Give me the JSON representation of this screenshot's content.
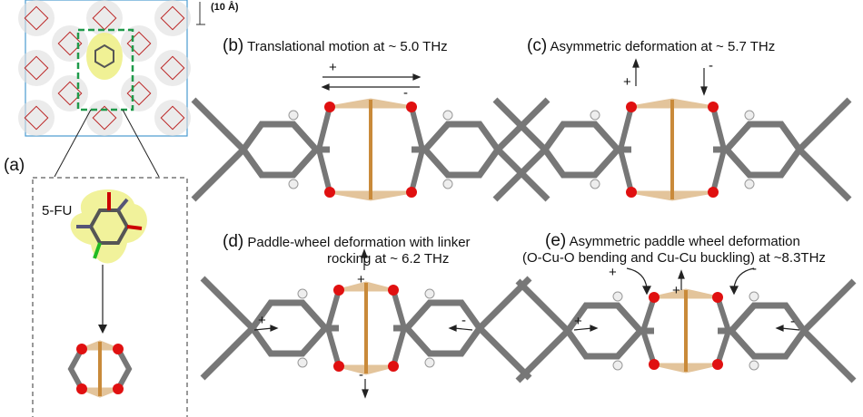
{
  "scale_bar": "(10 Å)",
  "panel_a": {
    "label": "(a)",
    "molecule": "5-FU"
  },
  "panel_b": {
    "label": "(b)",
    "title": "Translational motion at ~ 5.0 THz",
    "plus": "+",
    "minus": "-"
  },
  "panel_c": {
    "label": "(c)",
    "title": "Asymmetric deformation at ~ 5.7 THz",
    "plus": "+",
    "minus": "-"
  },
  "panel_d": {
    "label": "(d)",
    "title1": "Paddle-wheel deformation with linker",
    "title2": "rocking at ~ 6.2 THz",
    "plus": "+",
    "minus": "-"
  },
  "panel_e": {
    "label": "(e)",
    "title1": "Asymmetric paddle wheel deformation",
    "title2": "(O-Cu-O bending and Cu-Cu buckling) at ~8.3THz",
    "plus": "+",
    "minus": "-"
  },
  "colors": {
    "copper": "#c98a3a",
    "oxygen": "#e01010",
    "carbon": "#777777",
    "hydrogen": "#eeeeee",
    "cage": "#4a9bd0",
    "pore": "#1f9a4a",
    "drug": "#eef08a"
  }
}
